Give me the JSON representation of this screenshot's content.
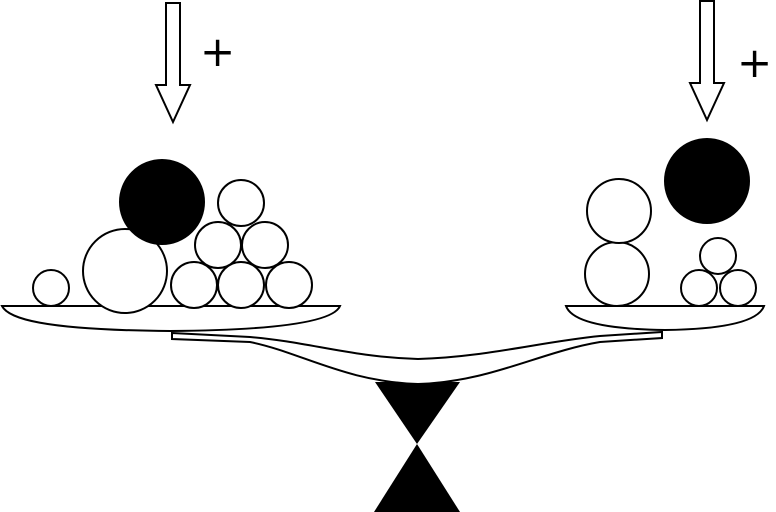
{
  "colors": {
    "ink": "#000000",
    "paper": "#ffffff"
  },
  "labels": {
    "left_sign": "+",
    "right_sign": "+"
  },
  "left_pan": {
    "arrow": "down-arrow-icon",
    "black_balls": 1,
    "white_balls": 8
  },
  "right_pan": {
    "arrow": "down-arrow-icon",
    "black_balls": 1,
    "white_balls": 5
  }
}
